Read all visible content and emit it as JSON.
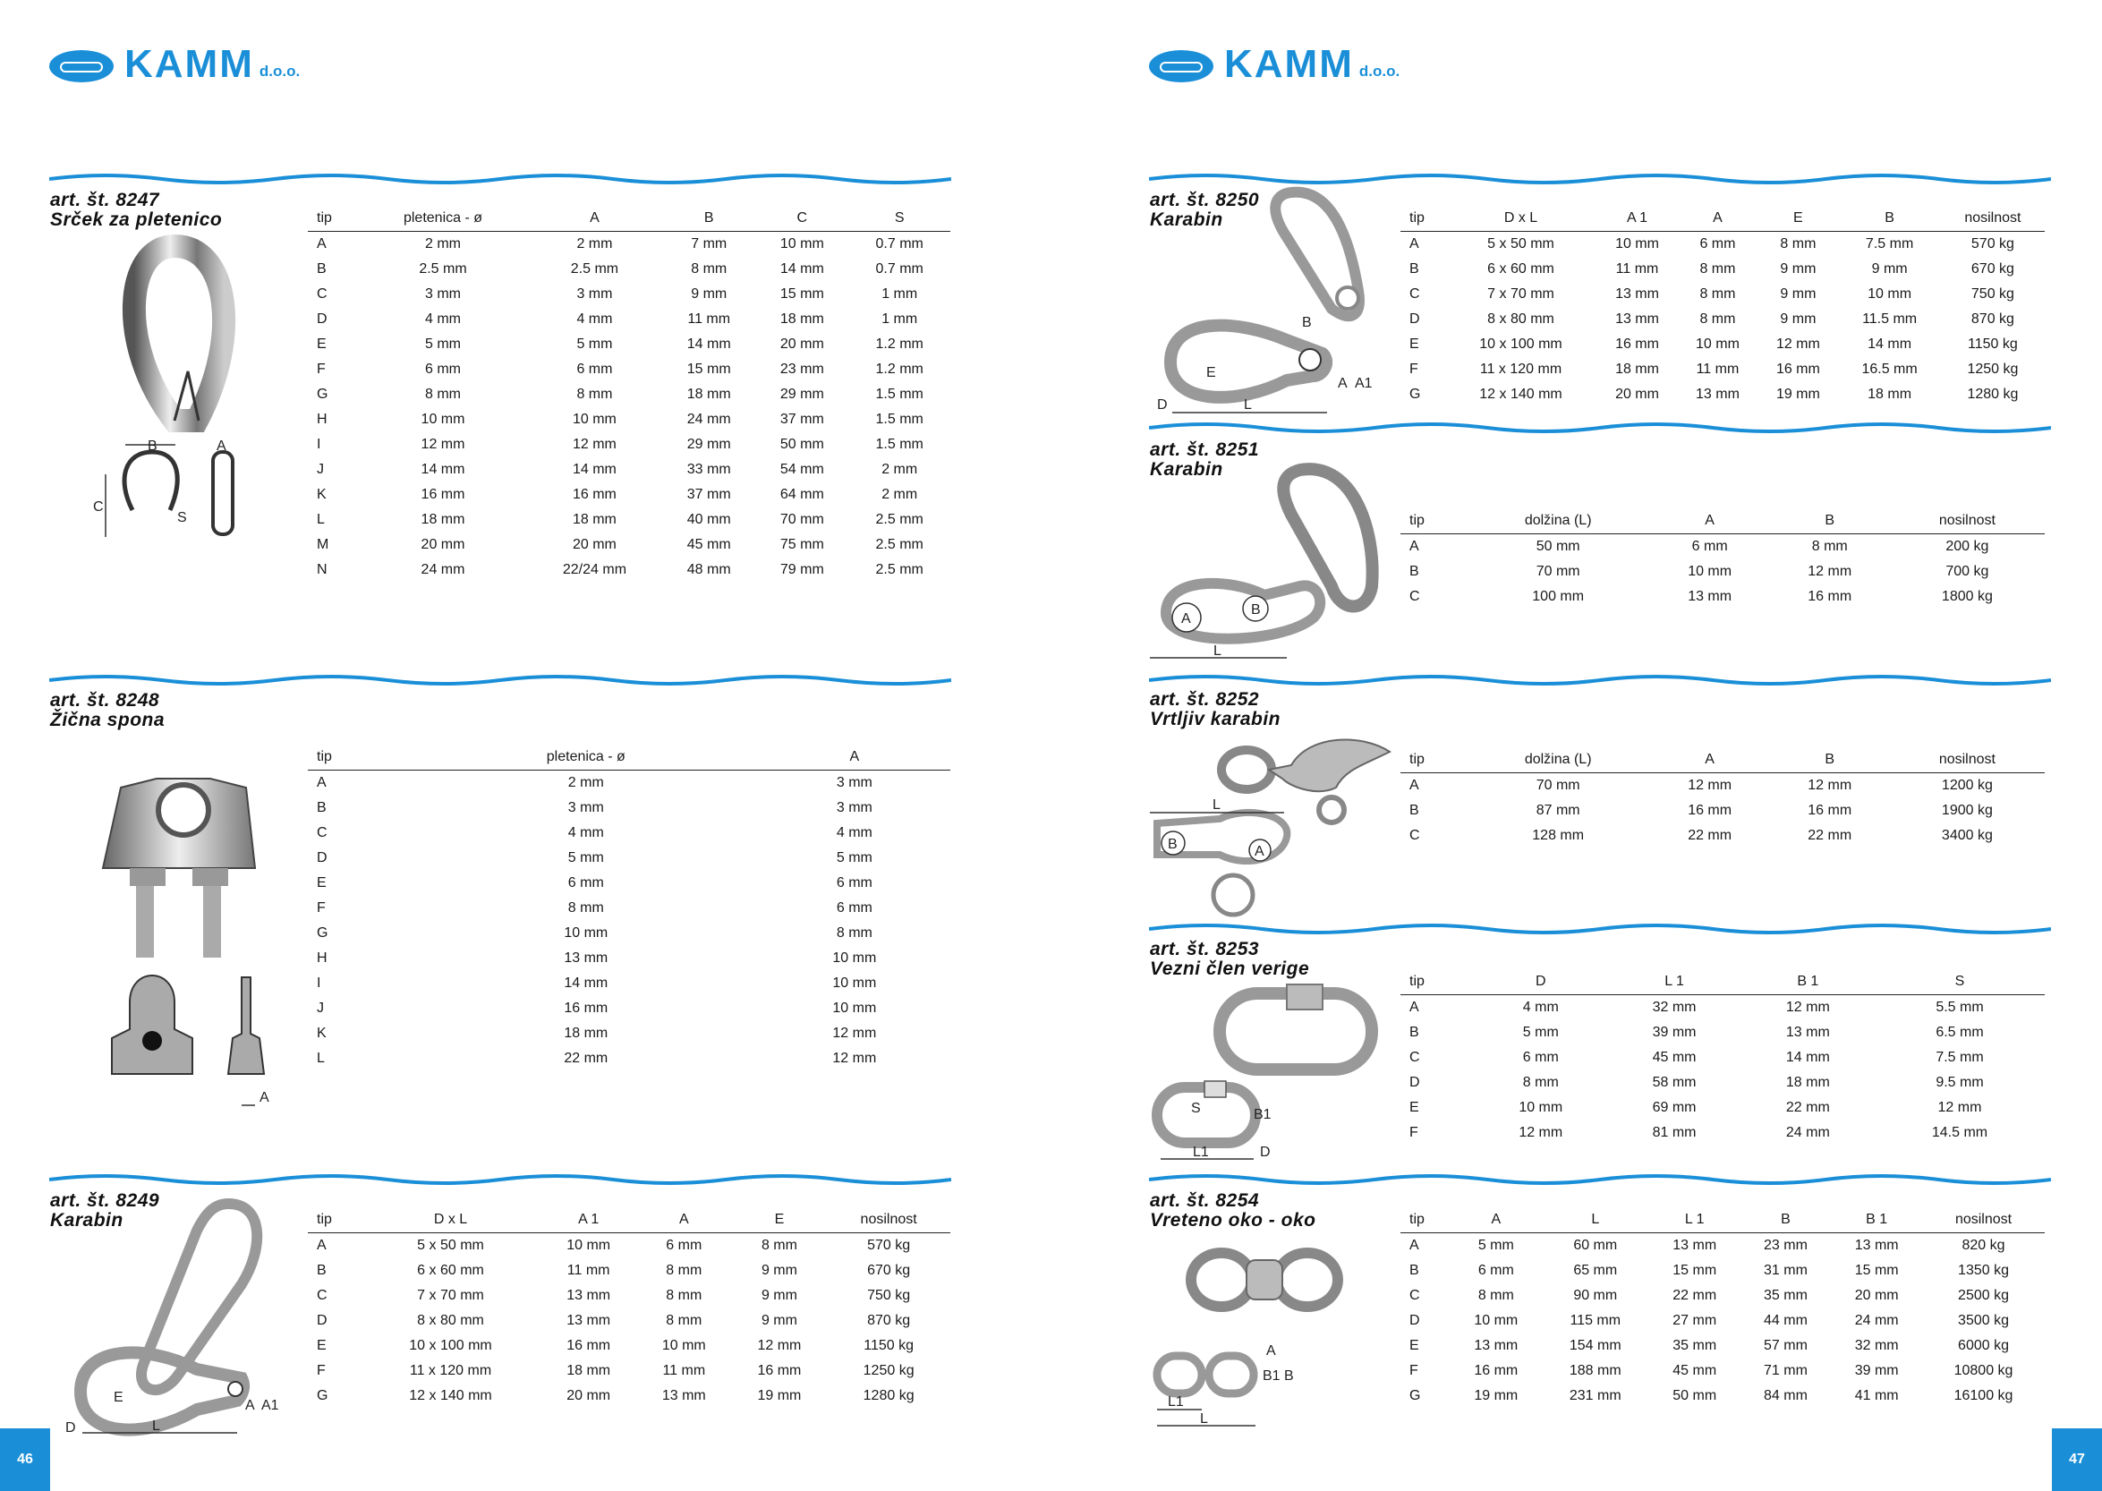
{
  "brand": {
    "name": "KAMM",
    "suffix": "d.o.o."
  },
  "colors": {
    "accent": "#1a8fd8"
  },
  "pages": {
    "left": "46",
    "right": "47"
  },
  "products": {
    "p8247": {
      "art": "art. št. 8247",
      "name": "Srček za pletenico",
      "labels": {
        "a": "A",
        "b": "B",
        "c": "C",
        "s": "S"
      },
      "columns": [
        "tip",
        "pletenica - ø",
        "A",
        "B",
        "C",
        "S"
      ],
      "rows": [
        [
          "A",
          "2 mm",
          "2 mm",
          "7 mm",
          "10 mm",
          "0.7 mm"
        ],
        [
          "B",
          "2.5 mm",
          "2.5 mm",
          "8 mm",
          "14 mm",
          "0.7 mm"
        ],
        [
          "C",
          "3 mm",
          "3 mm",
          "9 mm",
          "15 mm",
          "1 mm"
        ],
        [
          "D",
          "4 mm",
          "4 mm",
          "11 mm",
          "18 mm",
          "1 mm"
        ],
        [
          "E",
          "5 mm",
          "5 mm",
          "14 mm",
          "20 mm",
          "1.2 mm"
        ],
        [
          "F",
          "6 mm",
          "6 mm",
          "15 mm",
          "23 mm",
          "1.2 mm"
        ],
        [
          "G",
          "8 mm",
          "8 mm",
          "18 mm",
          "29 mm",
          "1.5 mm"
        ],
        [
          "H",
          "10 mm",
          "10 mm",
          "24 mm",
          "37 mm",
          "1.5 mm"
        ],
        [
          "I",
          "12 mm",
          "12 mm",
          "29 mm",
          "50 mm",
          "1.5 mm"
        ],
        [
          "J",
          "14 mm",
          "14 mm",
          "33 mm",
          "54 mm",
          "2 mm"
        ],
        [
          "K",
          "16 mm",
          "16 mm",
          "37 mm",
          "64 mm",
          "2 mm"
        ],
        [
          "L",
          "18 mm",
          "18 mm",
          "40 mm",
          "70 mm",
          "2.5 mm"
        ],
        [
          "M",
          "20 mm",
          "20 mm",
          "45 mm",
          "75 mm",
          "2.5 mm"
        ],
        [
          "N",
          "24 mm",
          "22/24 mm",
          "48 mm",
          "79 mm",
          "2.5 mm"
        ]
      ]
    },
    "p8248": {
      "art": "art. št. 8248",
      "name": "Žična spona",
      "labels": {
        "a": "A"
      },
      "columns": [
        "tip",
        "pletenica - ø",
        "A"
      ],
      "rows": [
        [
          "A",
          "2 mm",
          "3 mm"
        ],
        [
          "B",
          "3 mm",
          "3 mm"
        ],
        [
          "C",
          "4 mm",
          "4 mm"
        ],
        [
          "D",
          "5 mm",
          "5 mm"
        ],
        [
          "E",
          "6 mm",
          "6 mm"
        ],
        [
          "F",
          "8 mm",
          "6 mm"
        ],
        [
          "G",
          "10 mm",
          "8 mm"
        ],
        [
          "H",
          "13 mm",
          "10 mm"
        ],
        [
          "I",
          "14 mm",
          "10 mm"
        ],
        [
          "J",
          "16 mm",
          "10 mm"
        ],
        [
          "K",
          "18 mm",
          "12 mm"
        ],
        [
          "L",
          "22 mm",
          "12 mm"
        ]
      ]
    },
    "p8249": {
      "art": "art. št. 8249",
      "name": "Karabin",
      "labels": {
        "e": "E",
        "a": "A",
        "a1": "A1",
        "d": "D",
        "l": "L"
      },
      "columns": [
        "tip",
        "D x L",
        "A 1",
        "A",
        "E",
        "nosilnost"
      ],
      "rows": [
        [
          "A",
          "5 x 50 mm",
          "10 mm",
          "6 mm",
          "8 mm",
          "570 kg"
        ],
        [
          "B",
          "6 x 60 mm",
          "11 mm",
          "8 mm",
          "9 mm",
          "670 kg"
        ],
        [
          "C",
          "7 x 70 mm",
          "13 mm",
          "8 mm",
          "9 mm",
          "750 kg"
        ],
        [
          "D",
          "8 x 80 mm",
          "13 mm",
          "8 mm",
          "9 mm",
          "870 kg"
        ],
        [
          "E",
          "10 x 100 mm",
          "16 mm",
          "10 mm",
          "12 mm",
          "1150 kg"
        ],
        [
          "F",
          "11 x 120 mm",
          "18 mm",
          "11 mm",
          "16 mm",
          "1250 kg"
        ],
        [
          "G",
          "12 x 140 mm",
          "20 mm",
          "13 mm",
          "19 mm",
          "1280 kg"
        ]
      ]
    },
    "p8250": {
      "art": "art. št. 8250",
      "name": "Karabin",
      "labels": {
        "b": "B",
        "e": "E",
        "a": "A",
        "a1": "A1",
        "d": "D",
        "l": "L"
      },
      "columns": [
        "tip",
        "D x L",
        "A 1",
        "A",
        "E",
        "B",
        "nosilnost"
      ],
      "rows": [
        [
          "A",
          "5 x 50 mm",
          "10 mm",
          "6 mm",
          "8 mm",
          "7.5 mm",
          "570 kg"
        ],
        [
          "B",
          "6 x 60 mm",
          "11 mm",
          "8 mm",
          "9 mm",
          "9 mm",
          "670 kg"
        ],
        [
          "C",
          "7 x 70 mm",
          "13 mm",
          "8 mm",
          "9 mm",
          "10 mm",
          "750 kg"
        ],
        [
          "D",
          "8 x 80 mm",
          "13 mm",
          "8 mm",
          "9 mm",
          "11.5 mm",
          "870 kg"
        ],
        [
          "E",
          "10 x 100 mm",
          "16 mm",
          "10 mm",
          "12 mm",
          "14 mm",
          "1150 kg"
        ],
        [
          "F",
          "11 x 120 mm",
          "18 mm",
          "11 mm",
          "16 mm",
          "16.5 mm",
          "1250 kg"
        ],
        [
          "G",
          "12 x 140 mm",
          "20 mm",
          "13 mm",
          "19 mm",
          "18 mm",
          "1280 kg"
        ]
      ]
    },
    "p8251": {
      "art": "art. št. 8251",
      "name": "Karabin",
      "labels": {
        "a": "A",
        "b": "B",
        "l": "L"
      },
      "columns": [
        "tip",
        "dolžina (L)",
        "A",
        "B",
        "nosilnost"
      ],
      "rows": [
        [
          "A",
          "50 mm",
          "6 mm",
          "8 mm",
          "200 kg"
        ],
        [
          "B",
          "70 mm",
          "10 mm",
          "12 mm",
          "700 kg"
        ],
        [
          "C",
          "100 mm",
          "13 mm",
          "16 mm",
          "1800 kg"
        ]
      ]
    },
    "p8252": {
      "art": "art. št. 8252",
      "name": "Vrtljiv karabin",
      "labels": {
        "l": "L",
        "b": "B",
        "a": "A"
      },
      "columns": [
        "tip",
        "dolžina (L)",
        "A",
        "B",
        "nosilnost"
      ],
      "rows": [
        [
          "A",
          "70 mm",
          "12 mm",
          "12 mm",
          "1200 kg"
        ],
        [
          "B",
          "87 mm",
          "16 mm",
          "16 mm",
          "1900 kg"
        ],
        [
          "C",
          "128 mm",
          "22 mm",
          "22 mm",
          "3400 kg"
        ]
      ]
    },
    "p8253": {
      "art": "art. št. 8253",
      "name": "Vezni člen verige",
      "labels": {
        "s": "S",
        "b1": "B1",
        "l1": "L1",
        "d": "D"
      },
      "columns": [
        "tip",
        "D",
        "L 1",
        "B 1",
        "S"
      ],
      "rows": [
        [
          "A",
          "4 mm",
          "32 mm",
          "12 mm",
          "5.5 mm"
        ],
        [
          "B",
          "5 mm",
          "39 mm",
          "13 mm",
          "6.5 mm"
        ],
        [
          "C",
          "6 mm",
          "45 mm",
          "14 mm",
          "7.5 mm"
        ],
        [
          "D",
          "8 mm",
          "58 mm",
          "18 mm",
          "9.5 mm"
        ],
        [
          "E",
          "10 mm",
          "69 mm",
          "22 mm",
          "12 mm"
        ],
        [
          "F",
          "12 mm",
          "81 mm",
          "24 mm",
          "14.5 mm"
        ]
      ]
    },
    "p8254": {
      "art": "art. št. 8254",
      "name": "Vreteno oko - oko",
      "labels": {
        "a": "A",
        "b1": "B1",
        "b": "B",
        "l1": "L1",
        "l": "L"
      },
      "columns": [
        "tip",
        "A",
        "L",
        "L 1",
        "B",
        "B 1",
        "nosilnost"
      ],
      "rows": [
        [
          "A",
          "5 mm",
          "60 mm",
          "13 mm",
          "23 mm",
          "13 mm",
          "820 kg"
        ],
        [
          "B",
          "6 mm",
          "65 mm",
          "15 mm",
          "31 mm",
          "15 mm",
          "1350 kg"
        ],
        [
          "C",
          "8 mm",
          "90 mm",
          "22 mm",
          "35 mm",
          "20 mm",
          "2500 kg"
        ],
        [
          "D",
          "10 mm",
          "115 mm",
          "27 mm",
          "44 mm",
          "24 mm",
          "3500 kg"
        ],
        [
          "E",
          "13 mm",
          "154 mm",
          "35 mm",
          "57 mm",
          "32 mm",
          "6000 kg"
        ],
        [
          "F",
          "16 mm",
          "188 mm",
          "45 mm",
          "71 mm",
          "39 mm",
          "10800 kg"
        ],
        [
          "G",
          "19 mm",
          "231 mm",
          "50 mm",
          "84 mm",
          "41 mm",
          "16100 kg"
        ]
      ]
    }
  }
}
